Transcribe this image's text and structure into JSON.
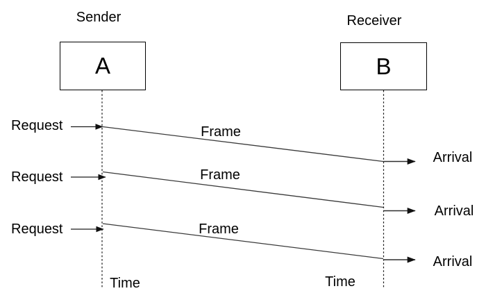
{
  "diagram": {
    "type": "sequence-timing-diagram",
    "background_color": "#ffffff",
    "text_color": "#000000",
    "line_color": "#2e2e2e",
    "sender": {
      "role_label": "Sender",
      "node_label": "A",
      "time_label": "Time"
    },
    "receiver": {
      "role_label": "Receiver",
      "node_label": "B",
      "time_label": "Time"
    },
    "messages": [
      {
        "request_label": "Request",
        "frame_label": "Frame",
        "arrival_label": "Arrival"
      },
      {
        "request_label": "Request",
        "frame_label": "Frame",
        "arrival_label": "Arrival"
      },
      {
        "request_label": "Request",
        "frame_label": "Frame",
        "arrival_label": "Arrival"
      }
    ]
  }
}
